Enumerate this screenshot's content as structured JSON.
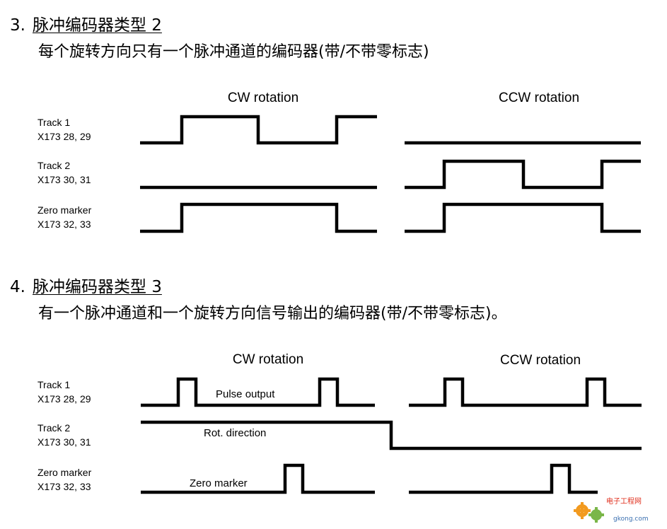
{
  "section3": {
    "number": "3.",
    "title": "脉冲编码器类型 2",
    "subtitle": "每个旋转方向只有一个脉冲通道的编码器(带/不带零标志)",
    "cw_label": "CW rotation",
    "ccw_label": "CCW rotation",
    "tracks": [
      {
        "name": "Track 1",
        "terminal": "X173   28, 29"
      },
      {
        "name": "Track 2",
        "terminal": "X173   30, 31"
      },
      {
        "name": "Zero marker",
        "terminal": "X173   32, 33"
      }
    ]
  },
  "section4": {
    "number": "4.",
    "title": "脉冲编码器类型 3",
    "subtitle": "有一个脉冲通道和一个旋转方向信号输出的编码器(带/不带零标志)。",
    "cw_label": "CW rotation",
    "ccw_label": "CCW rotation",
    "tracks": [
      {
        "name": "Track 1",
        "terminal": "X173   28, 29"
      },
      {
        "name": "Track 2",
        "terminal": "X173   30, 31"
      },
      {
        "name": "Zero marker",
        "terminal": "X173   32, 33"
      }
    ],
    "inline_labels": {
      "pulse_output": "Pulse output",
      "rot_direction": "Rot. direction",
      "zero_marker": "Zero marker"
    }
  },
  "watermark": {
    "site": "电子工程网",
    "domain": "gkong.com"
  },
  "colors": {
    "line": "#000000",
    "background": "#ffffff",
    "watermark_red": "#e0301e",
    "watermark_blue": "#3a6fb0",
    "gear_orange": "#f29a1f",
    "gear_green": "#7ab648"
  }
}
